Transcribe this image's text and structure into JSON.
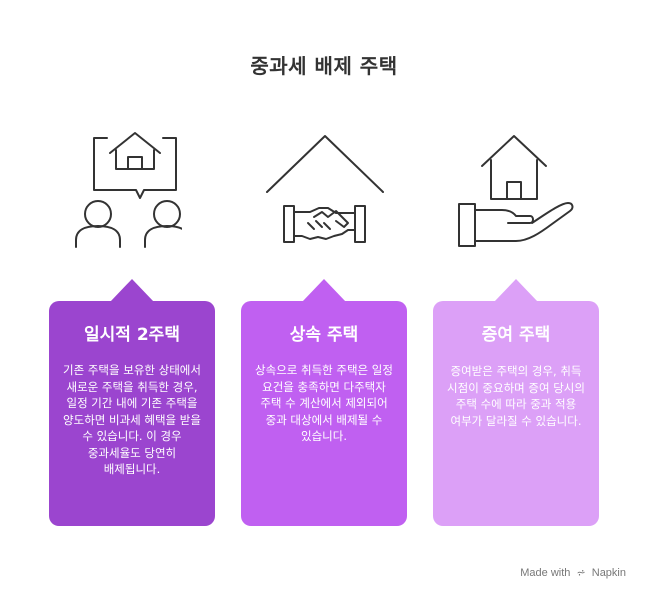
{
  "title": "중과세 배제 주택",
  "cards": [
    {
      "title": "일시적 2주택",
      "body": "기존 주택을 보유한 상태에서 새로운 주택을 취득한 경우, 일정 기간 내에 기존 주택을 양도하면 비과세 혜택을 받을 수 있습니다. 이 경우 중과세율도 당연히 배제됩니다.",
      "color": "#9b45cf",
      "icon": "house-speech-bubble-people-icon"
    },
    {
      "title": "상속 주택",
      "body": "상속으로 취득한 주택은 일정 요건을 충족하면 다주택자 주택 수 계산에서 제외되어 중과 대상에서 배제될 수 있습니다.",
      "color": "#c060f1",
      "icon": "roof-handshake-icon"
    },
    {
      "title": "증여 주택",
      "body": "증여받은 주택의 경우, 취득 시점이 중요하며 증여 당시의 주택 수에 따라 중과 적용 여부가 달라질 수 있습니다.",
      "color": "#dca0f7",
      "icon": "hand-holding-house-icon"
    }
  ],
  "credit": {
    "prefix": "Made with",
    "brand": "Napkin"
  }
}
